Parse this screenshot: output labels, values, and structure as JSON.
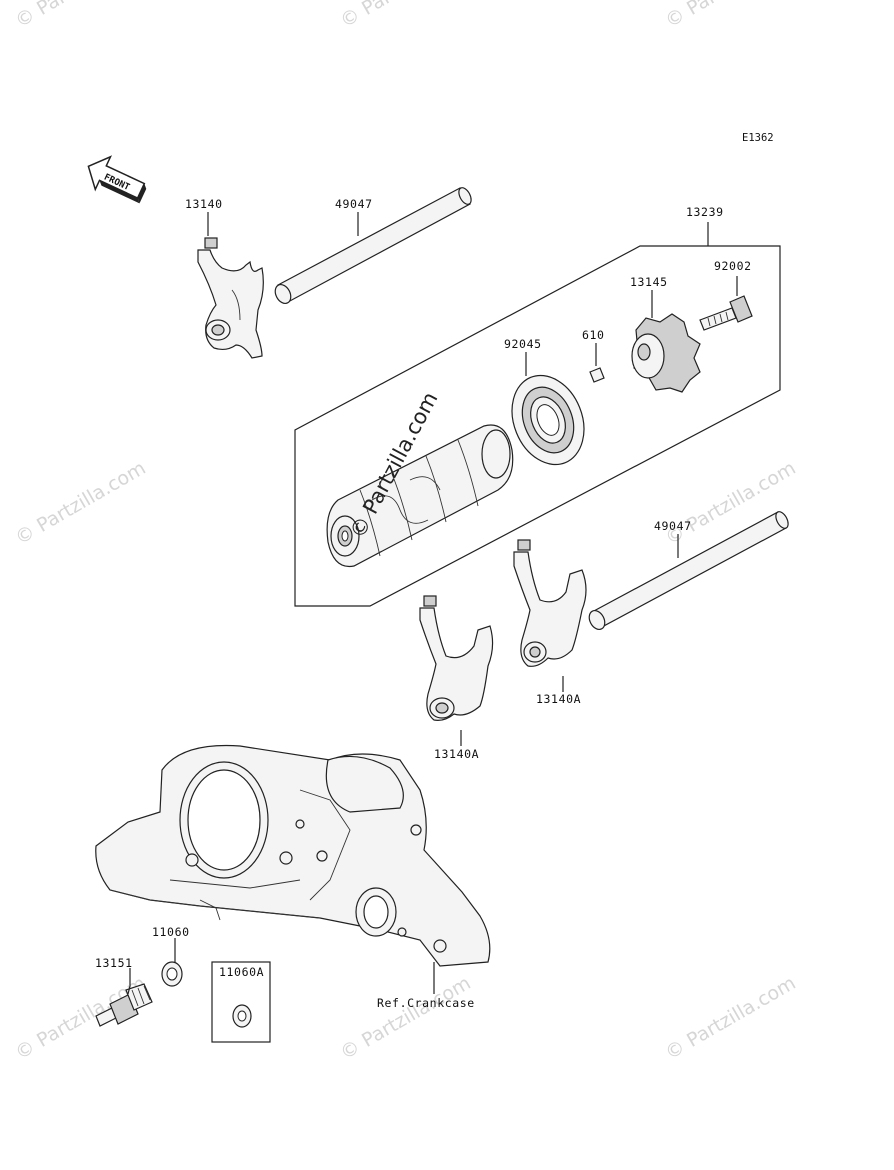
{
  "diagram_code": "E1362",
  "front_label": "FRONT",
  "watermark": "© Partzilla.com",
  "parts": {
    "fork_top_left": "13140",
    "shaft_top": "49047",
    "drum_assembly": "13239",
    "bolt": "92002",
    "drum_cam": "13145",
    "bearing": "92045",
    "pin": "610",
    "shaft_right": "49047",
    "fork_center": "13140A",
    "fork_right": "13140A",
    "washer": "11060",
    "washer_boxed": "11060A",
    "neutral_switch": "13151"
  },
  "reference": "Ref.Crankcase"
}
